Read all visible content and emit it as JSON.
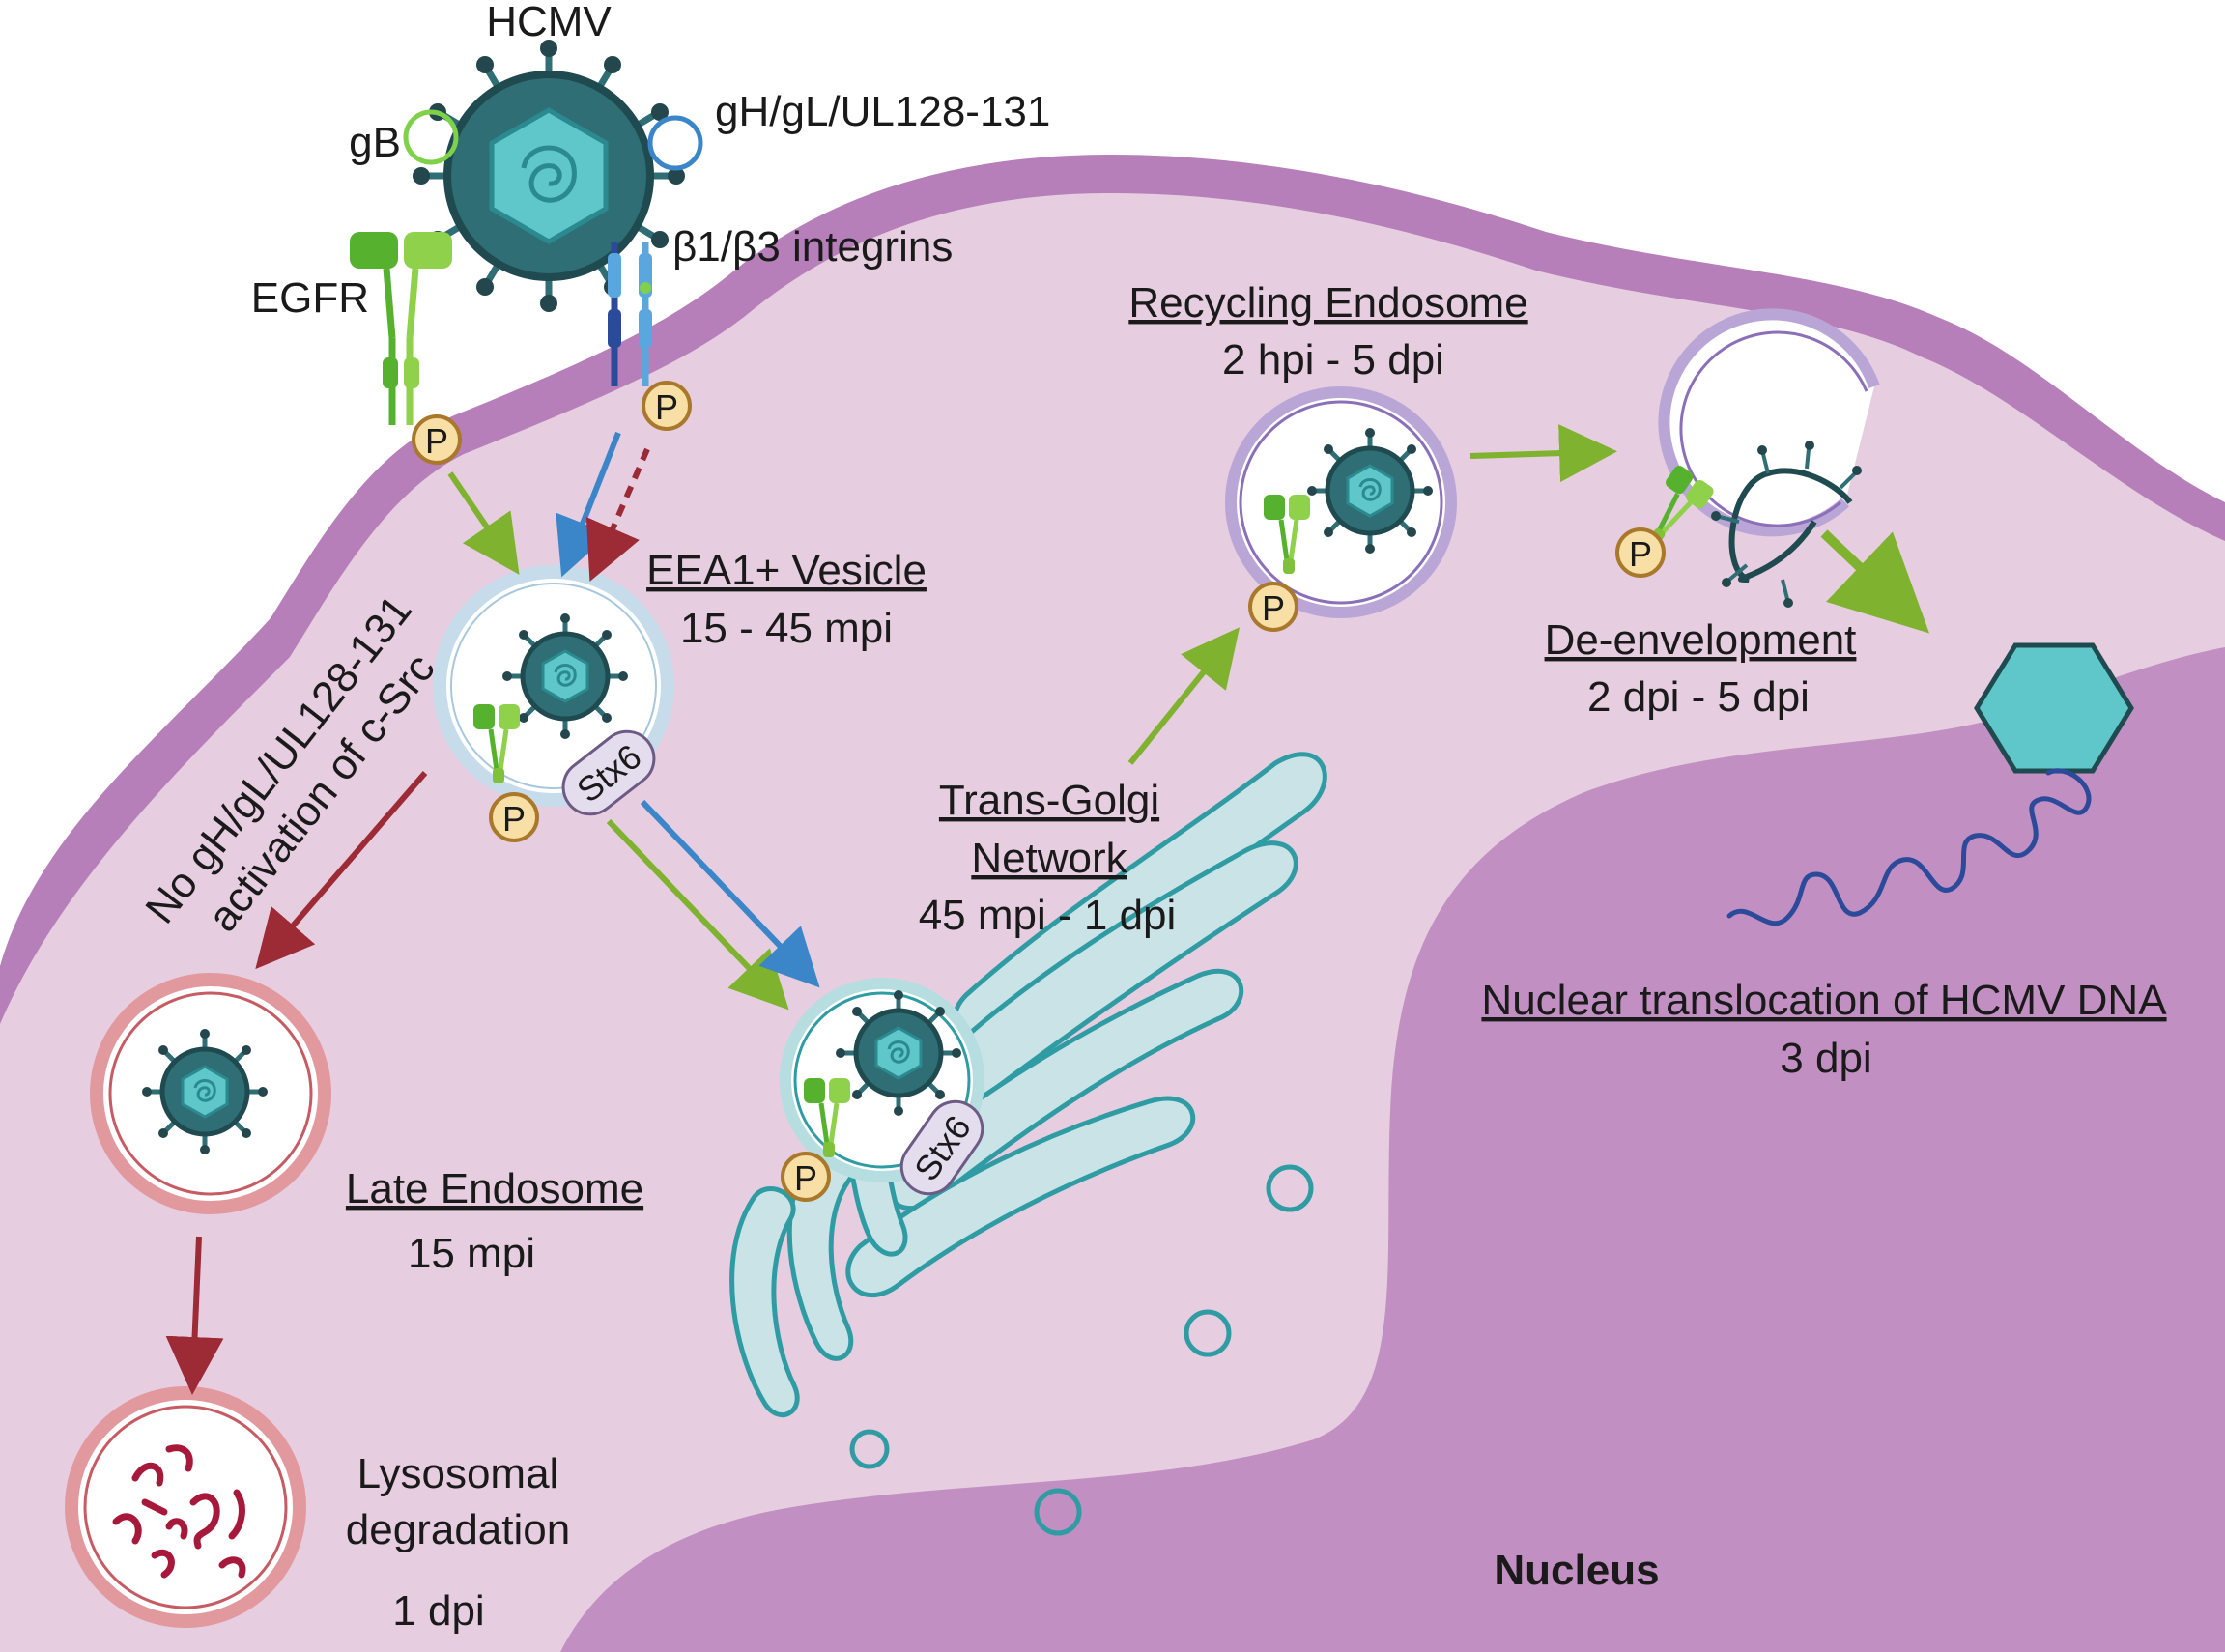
{
  "labels": {
    "virus": "HCMV",
    "gb": "gB",
    "gh_gl": "gH/gL/UL128-131",
    "integrins": "β1/β3 integrins",
    "egfr": "EGFR",
    "eea1_title": "EEA1+ Vesicle",
    "eea1_time": "15 - 45 mpi",
    "no_gh_line1": "No gH/gL/UL128-131",
    "no_gh_line2": "activation of c-Src",
    "late_title": "Late Endosome",
    "late_time": "15 mpi",
    "lyso_line1": "Lysosomal",
    "lyso_line2": "degradation",
    "lyso_time": "1 dpi",
    "tgn_line1": "Trans-Golgi",
    "tgn_line2": "Network",
    "tgn_time": "45 mpi - 1 dpi",
    "recycling_title": "Recycling Endosome",
    "recycling_time": "2 hpi - 5 dpi",
    "deenv_title": "De-envelopment",
    "deenv_time": "2 dpi - 5 dpi",
    "nuclear_title": "Nuclear translocation of HCMV DNA",
    "nuclear_time": "3 dpi",
    "nucleus": "Nucleus",
    "stx6": "Stx6",
    "phospho": "P"
  },
  "colors": {
    "membrane": "#b77fb9",
    "cytoplasm": "#e6cde0",
    "nucleus": "#c28fc2",
    "virion": "#2f6e74",
    "capsid": "#5fc6c9",
    "green_arrow": "#7fb22e",
    "blue_arrow": "#3b86c9",
    "red_arrow": "#9c2b35",
    "phospho_fill": "#f7dfa6",
    "phospho_stroke": "#a9782b",
    "golgi": "#c9e3e6",
    "golgi_stroke": "#2f9ca3"
  }
}
